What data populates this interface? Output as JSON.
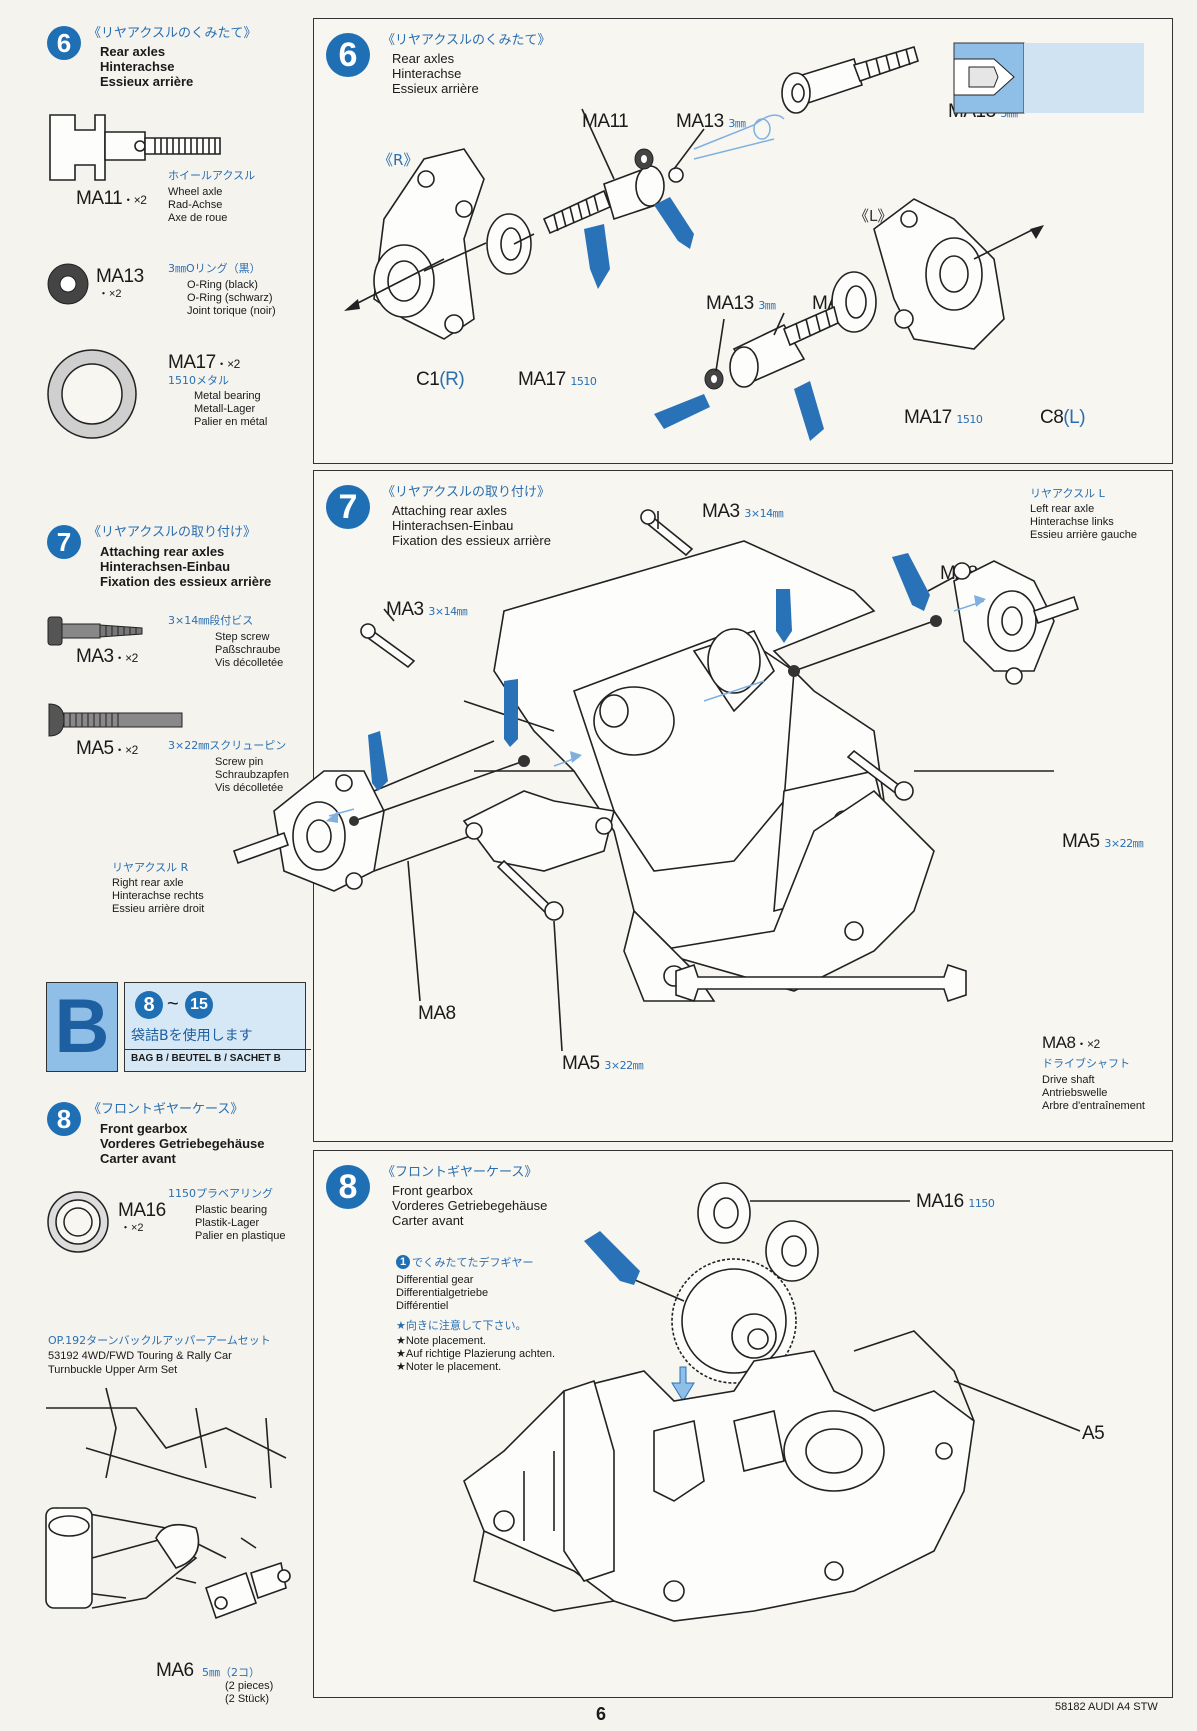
{
  "left": {
    "step6": {
      "num": "6",
      "jp": "《リヤアクスルのくみたて》",
      "en": "Rear axles",
      "de": "Hinterachse",
      "fr": "Essieux arrière",
      "parts": [
        {
          "code": "MA11",
          "qty": "・×2",
          "jp": "ホイールアクスル",
          "en": "Wheel axle",
          "de": "Rad-Achse",
          "fr": "Axe de roue"
        },
        {
          "code": "MA13",
          "qty": "・×2",
          "jp": "3㎜Oリング（黒）",
          "en": "O-Ring (black)",
          "de": "O-Ring (schwarz)",
          "fr": "Joint torique (noir)"
        },
        {
          "code": "MA17",
          "qty": "・×2",
          "jp": "1510メタル",
          "en": "Metal bearing",
          "de": "Metall-Lager",
          "fr": "Palier en métal"
        }
      ]
    },
    "step7": {
      "num": "7",
      "jp": "《リヤアクスルの取り付け》",
      "en": "Attaching rear axles",
      "de": "Hinterachsen-Einbau",
      "fr": "Fixation des essieux arrière",
      "parts": [
        {
          "code": "MA3",
          "qty": "・×2",
          "jp": "3×14㎜段付ビス",
          "en": "Step screw",
          "de": "Paßschraube",
          "fr": "Vis décolletée"
        },
        {
          "code": "MA5",
          "qty": "・×2",
          "jp": "3×22㎜スクリューピン",
          "en": "Screw pin",
          "de": "Schraubzapfen",
          "fr": "Vis décolletée"
        }
      ]
    },
    "bag": {
      "letter": "B",
      "from": "8",
      "tilde": "~",
      "to": "15",
      "jp": "袋詰Bを使用します",
      "label": "BAG B / BEUTEL B / SACHET B"
    },
    "step8": {
      "num": "8",
      "jp": "《フロントギヤーケース》",
      "en": "Front gearbox",
      "de": "Vorderes Getriebegehäuse",
      "fr": "Carter avant",
      "part": {
        "code": "MA16",
        "qty": "・×2",
        "jp": "1150プラベアリング",
        "en": "Plastic bearing",
        "de": "Plastik-Lager",
        "fr": "Palier en plastique"
      }
    },
    "option": {
      "jp": "OP.192ターンバックルアッパーアームセット",
      "line1": "53192 4WD/FWD Touring & Rally Car",
      "line2": "Turnbuckle Upper Arm Set",
      "part": "MA6",
      "part_jp": "5㎜（2コ）",
      "pieces_en": "(2 pieces)",
      "pieces_de": "(2 Stück)"
    }
  },
  "panel6": {
    "num": "6",
    "jp": "《リヤアクスルのくみたて》",
    "en": "Rear axles",
    "de": "Hinterachse",
    "fr": "Essieux arrière",
    "R": "《R》",
    "L": "《L》",
    "labels": {
      "ma11a": "MA11",
      "ma13a": "MA13",
      "ma13a_size": "3㎜",
      "ma13b": "MA13",
      "ma13b_size": "3㎜",
      "c1": "C1",
      "c1_side": "(R)",
      "ma17a": "MA17",
      "ma17a_size": "1510",
      "ma13c": "MA13",
      "ma13c_size": "3㎜",
      "ma11b": "MA11",
      "ma17b": "MA17",
      "ma17b_size": "1510",
      "c8": "C8",
      "c8_side": "(L)"
    }
  },
  "panel7": {
    "num": "7",
    "jp": "《リヤアクスルの取り付け》",
    "en": "Attaching rear axles",
    "de": "Hinterachsen-Einbau",
    "fr": "Fixation des essieux arrière",
    "labels": {
      "ma3a": "MA3",
      "ma3a_size": "3×14㎜",
      "ma3b": "MA3",
      "ma3b_size": "3×14㎜",
      "ma8a": "MA8",
      "ma8b": "MA8",
      "ma5a": "MA5",
      "ma5a_size": "3×22㎜",
      "ma5b": "MA5",
      "ma5b_size": "3×22㎜",
      "left_jp": "リヤアクスル L",
      "left_en": "Left rear axle",
      "left_de": "Hinterachse links",
      "left_fr": "Essieu arrière gauche",
      "right_jp": "リヤアクスル R",
      "right_en": "Right rear axle",
      "right_de": "Hinterachse rechts",
      "right_fr": "Essieu arrière droit",
      "shaft_code": "MA8",
      "shaft_qty": "・×2",
      "shaft_jp": "ドライブシャフト",
      "shaft_en": "Drive shaft",
      "shaft_de": "Antriebswelle",
      "shaft_fr": "Arbre d'entraînement"
    }
  },
  "panel8": {
    "num": "8",
    "jp": "《フロントギヤーケース》",
    "en": "Front gearbox",
    "de": "Vorderes Getriebegehäuse",
    "fr": "Carter avant",
    "ma16": "MA16",
    "ma16_size": "1150",
    "a5": "A5",
    "diff_jp": "でくみたてたデフギヤー",
    "diff_num": "1",
    "diff_en": "Differential gear",
    "diff_de": "Differentialgetriebe",
    "diff_fr": "Différentiel",
    "note_jp": "★向きに注意して下さい。",
    "note_en": "★Note placement.",
    "note_de": "★Auf richtige Plazierung achten.",
    "note_fr": "★Noter le placement."
  },
  "footer": {
    "page": "6",
    "model": "58182 AUDI A4 STW"
  }
}
